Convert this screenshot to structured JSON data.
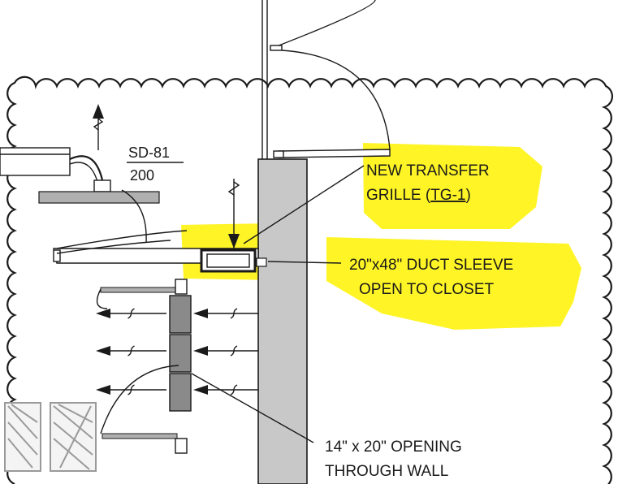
{
  "tag": {
    "code": "SD-81",
    "cfm": "200"
  },
  "callouts": {
    "transfer_grille_line1": "NEW TRANSFER",
    "transfer_grille_line2_prefix": "GRILLE (",
    "transfer_grille_tag": "TG-1",
    "transfer_grille_line2_suffix": ")",
    "duct_sleeve_line1": "20\"x48\" DUCT SLEEVE",
    "duct_sleeve_line2": "OPEN TO CLOSET",
    "opening_line1": "14\" x 20\" OPENING",
    "opening_line2": "THROUGH WALL"
  },
  "colors": {
    "highlight": "#fff200",
    "ink": "#1a1a1a",
    "wall_fill": "#c8c8c8",
    "grille_fill": "#8a8a8a"
  }
}
